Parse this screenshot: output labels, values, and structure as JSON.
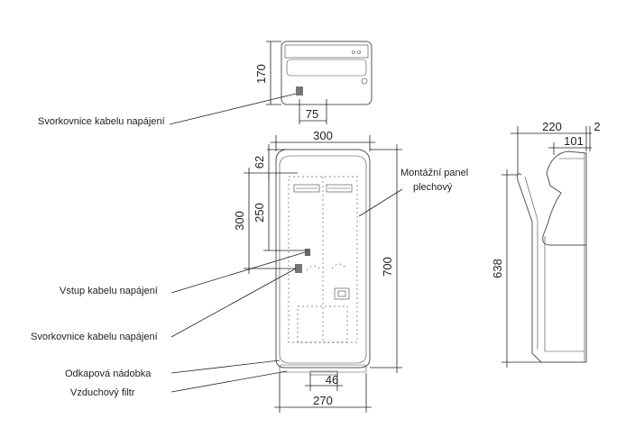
{
  "dimensions": {
    "top_depth": "170",
    "top_offset": "75",
    "front_width": "300",
    "front_upper": "62",
    "front_mid": "250",
    "front_left": "300",
    "front_height": "700",
    "bottom_offset": "46",
    "bottom_width": "270",
    "side_depth": "220",
    "side_gap": "2",
    "side_inner": "101",
    "side_height": "638"
  },
  "labels": {
    "terminal_top": "Svorkovnice kabelu napájení",
    "mounting_panel_line1": "Montážní panel",
    "mounting_panel_line2": "plechový",
    "cable_input": "Vstup kabelu napájení",
    "terminal_front": "Svorkovnice kabelu napájení",
    "drip_tray": "Odkapová nádobka",
    "air_filter": "Vzduchový filtr"
  }
}
